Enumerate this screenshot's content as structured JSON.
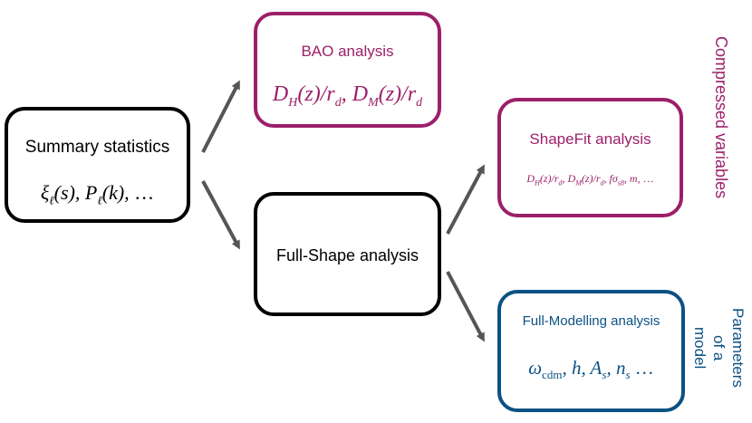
{
  "nodes": {
    "summary": {
      "title": "Summary statistics",
      "formula": "ξℓ(s), Pℓ(k), …"
    },
    "bao": {
      "title": "BAO analysis",
      "formula": "DH(z)/rd, DM(z)/rd"
    },
    "fullshape": {
      "title": "Full-Shape analysis"
    },
    "shapefit": {
      "title": "ShapeFit analysis",
      "formula": "DH(z)/rd, DM(z)/rd, fσs8, m, …"
    },
    "fullmodelling": {
      "title": "Full-Modelling analysis",
      "formula": "ωcdm, h, As, ns …"
    }
  },
  "side_labels": {
    "compressed": "Compressed variables",
    "parameters": [
      "Parameters",
      "of a",
      "model"
    ]
  },
  "colors": {
    "black": "#000000",
    "purple": "#9c1f6a",
    "blue": "#0b5283",
    "arrow": "#555555"
  }
}
